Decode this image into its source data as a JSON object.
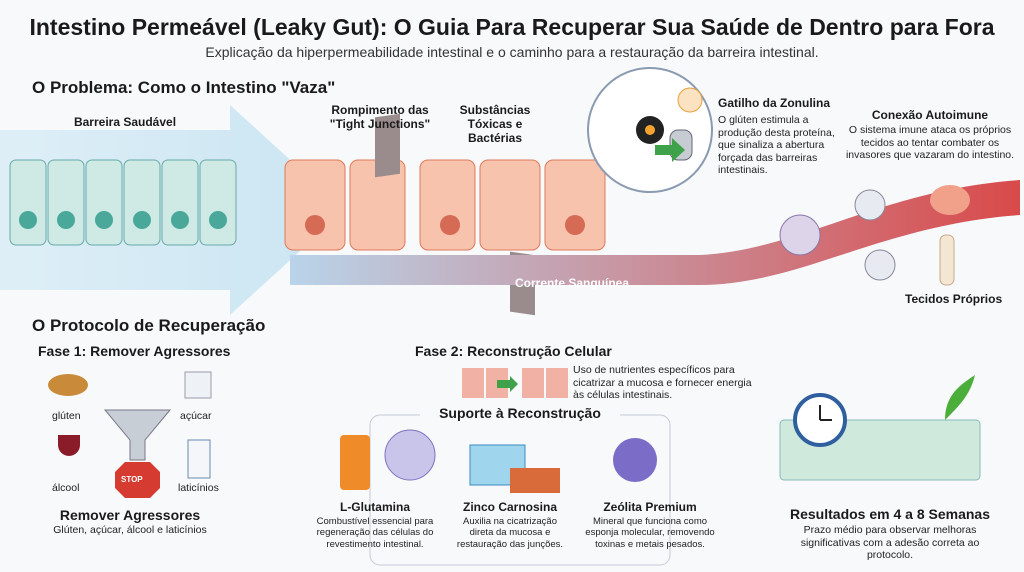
{
  "title": "Intestino Permeável (Leaky Gut): O Guia Para Recuperar Sua Saúde de Dentro para Fora",
  "subtitle": "Explicação da hiperpermeabilidade intestinal e o caminho para a restauração da barreira intestinal.",
  "problem": {
    "heading": "O Problema: Como o Intestino \"Vaza\"",
    "healthy_barrier": "Barreira Saudável",
    "tight_junctions": "Rompimento das \"Tight Junctions\"",
    "toxins": "Substâncias Tóxicas e Bactérias",
    "bloodstream": "Corrente Sanguínea",
    "zonulin_title": "Gatilho da Zonulina",
    "zonulin_text": "O glúten estimula a produção desta proteína, que sinaliza a abertura forçada das barreiras intestinais.",
    "autoimmune_title": "Conexão Autoimune",
    "autoimmune_text": "O sistema imune ataca os próprios tecidos ao tentar combater os invasores que vazaram do intestino.",
    "own_tissues": "Tecidos Próprios"
  },
  "protocol": {
    "heading": "O Protocolo de Recuperação",
    "phase1": {
      "title": "Fase 1: Remover Agressores",
      "items": [
        "glúten",
        "açúcar",
        "álcool",
        "laticínios"
      ],
      "stop": "STOP",
      "summary_title": "Remover Agressores",
      "summary_text": "Glúten, açúcar, álcool e laticínios"
    },
    "phase2": {
      "title": "Fase 2: Reconstrução Celular",
      "text": "Uso de nutrientes específicos para cicatrizar a mucosa e fornecer energia às células intestinais.",
      "support_title": "Suporte à Reconstrução",
      "supplements": [
        {
          "name": "L-Glutamina",
          "text": "Combustível essencial para regeneração das células do revestimento intestinal."
        },
        {
          "name": "Zinco Carnosina",
          "text": "Auxilia na cicatrização direta da mucosa e restauração das junções."
        },
        {
          "name": "Zeólita Premium",
          "text": "Mineral que funciona como esponja molecular, removendo toxinas e metais pesados."
        }
      ]
    },
    "results": {
      "title": "Resultados em 4 a 8 Semanas",
      "text": "Prazo médio para observar melhoras significativas com a adesão correta ao protocolo."
    }
  }
}
